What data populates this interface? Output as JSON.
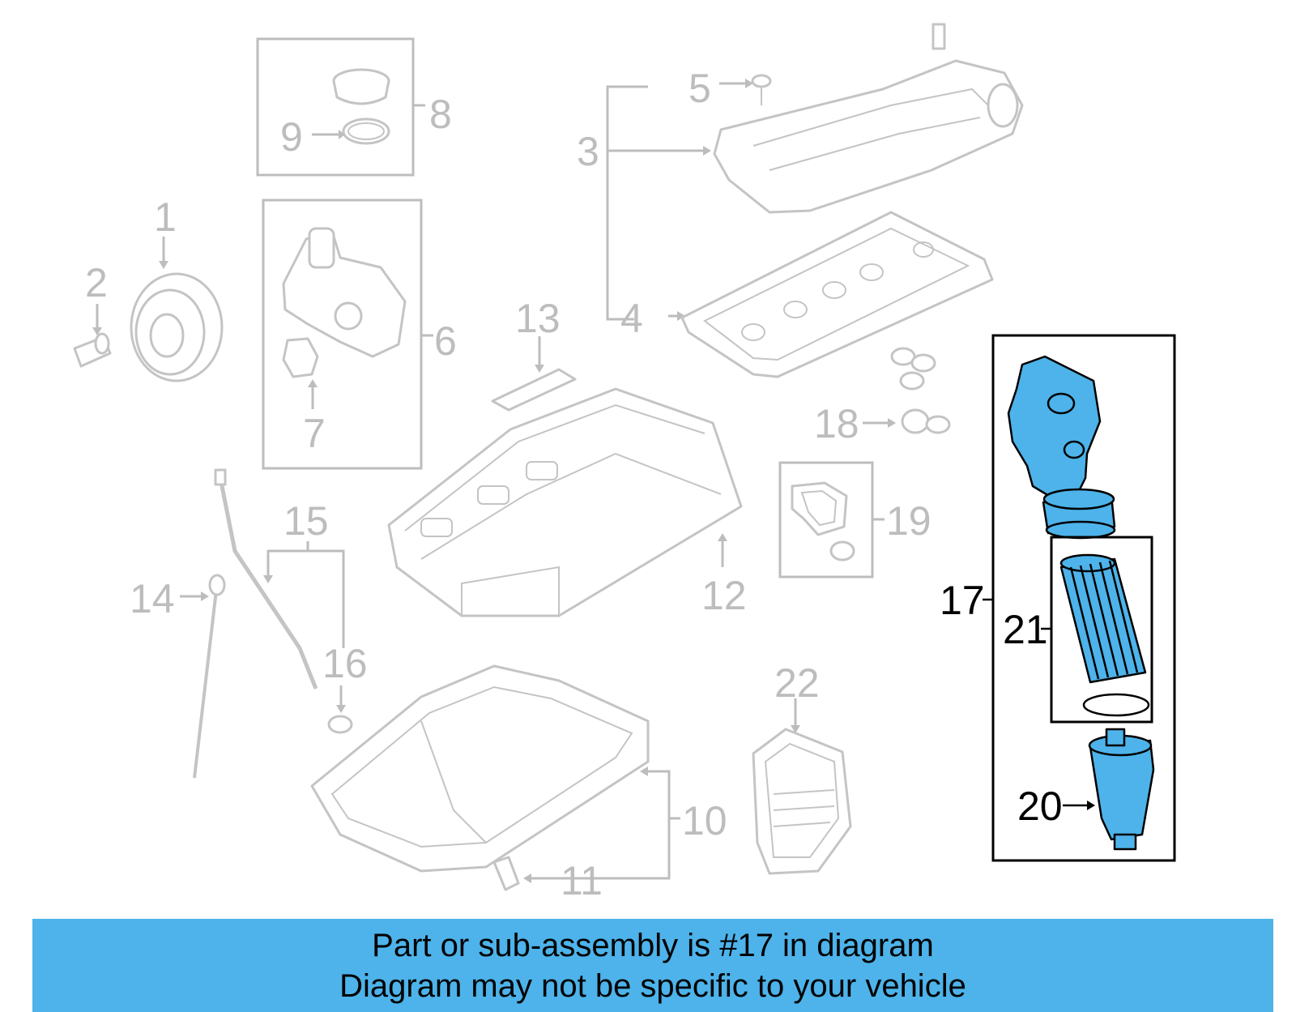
{
  "colors": {
    "highlight": "#4db3ea",
    "banner": "#4db3ea",
    "dim": "#bdbdbd",
    "ink": "#000000"
  },
  "callouts": {
    "c1": "1",
    "c2": "2",
    "c3": "3",
    "c4": "4",
    "c5": "5",
    "c6": "6",
    "c7": "7",
    "c8": "8",
    "c9": "9",
    "c10": "10",
    "c11": "11",
    "c12": "12",
    "c13": "13",
    "c14": "14",
    "c15": "15",
    "c16": "16",
    "c17": "17",
    "c18": "18",
    "c19": "19",
    "c20": "20",
    "c21": "21",
    "c22": "22"
  },
  "highlighted_part": "17",
  "banner": {
    "line1": "Part or sub-assembly is #17 in diagram",
    "line2": "Diagram may not be specific to your vehicle"
  }
}
